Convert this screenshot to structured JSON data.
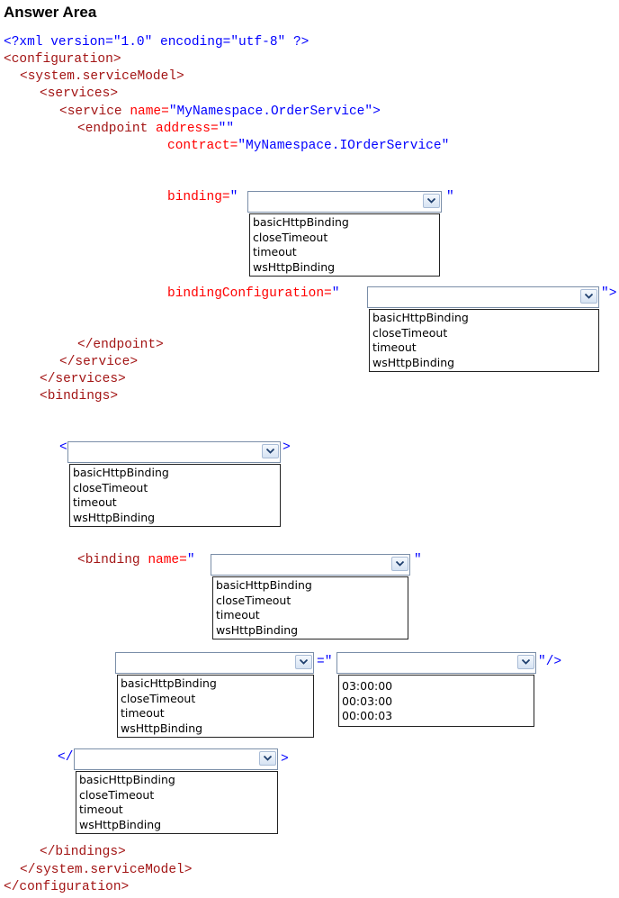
{
  "title": "Answer Area",
  "code": {
    "l1": "<?xml version=\"1.0\" encoding=\"utf-8\" ?>",
    "l2": "<configuration>",
    "l3": "<system.serviceModel>",
    "l4": "<services>",
    "l5_pre": "<service",
    "l5_attr": " name=",
    "l5_val": "\"MyNamespace.OrderService\"",
    "l5_end": ">",
    "l6_pre": "<endpoint",
    "l6_attr": " address=",
    "l6_val": "\"\"",
    "l7_attr": "contract=",
    "l7_val": "\"MyNamespace.IOrderService\"",
    "binding_attr": "binding=",
    "binding_q1": "\"",
    "binding_q2": "\"",
    "bindcfg_attr": "bindingConfiguration=",
    "bindcfg_q1": "\"",
    "bindcfg_q2": "\">",
    "close_endpoint": "</endpoint>",
    "close_service": "</service>",
    "close_services": "</services>",
    "open_bindings": "<bindings>",
    "lt": "<",
    "gt": ">",
    "binding_name_pre": "<binding",
    "binding_name_attr": " name=",
    "binding_name_q1": "\"",
    "binding_name_q2": "\"",
    "eq_q": "=\"",
    "close_selfq": "\"/>",
    "lt_slash": "</",
    "gt2": ">",
    "close_bindings": "</bindings>",
    "close_sm": "</system.serviceModel>",
    "close_config": "</configuration>"
  },
  "options": [
    "basicHttpBinding",
    "closeTimeout",
    "timeout",
    "wsHttpBinding"
  ],
  "time_options": [
    "03:00:00",
    "00:03:00",
    "00:00:03"
  ],
  "dropdowns": {
    "binding": {
      "selected": ""
    },
    "binding_configuration": {
      "selected": ""
    },
    "binding_type": {
      "selected": ""
    },
    "binding_name": {
      "selected": ""
    },
    "attribute_name": {
      "selected": ""
    },
    "attribute_value": {
      "selected": ""
    },
    "closing_type": {
      "selected": ""
    }
  },
  "colors": {
    "element": "#a31515",
    "bracket": "#0000ff",
    "attribute": "#ff0000",
    "value": "#0000ff"
  },
  "icons": {
    "dropdown": "chevron-down-icon"
  }
}
